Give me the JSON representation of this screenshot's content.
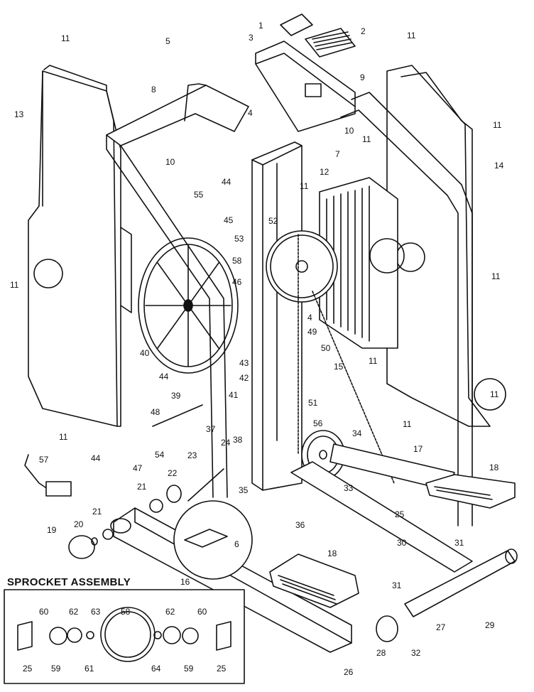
{
  "sprocket_assembly": {
    "title": "SPROCKET ASSEMBLY"
  },
  "callouts": [
    "1",
    "2",
    "3",
    "4",
    "5",
    "6",
    "7",
    "8",
    "9",
    "10",
    "11",
    "12",
    "13",
    "14",
    "15",
    "16",
    "17",
    "18",
    "19",
    "20",
    "21",
    "22",
    "23",
    "24",
    "25",
    "26",
    "27",
    "28",
    "29",
    "30",
    "31",
    "32",
    "33",
    "34",
    "35",
    "36",
    "37",
    "38",
    "39",
    "40",
    "41",
    "42",
    "43",
    "44",
    "45",
    "46",
    "47",
    "48",
    "49",
    "50",
    "51",
    "52",
    "53",
    "54",
    "55",
    "56",
    "57",
    "58",
    "59",
    "60",
    "61",
    "62",
    "63",
    "64"
  ]
}
